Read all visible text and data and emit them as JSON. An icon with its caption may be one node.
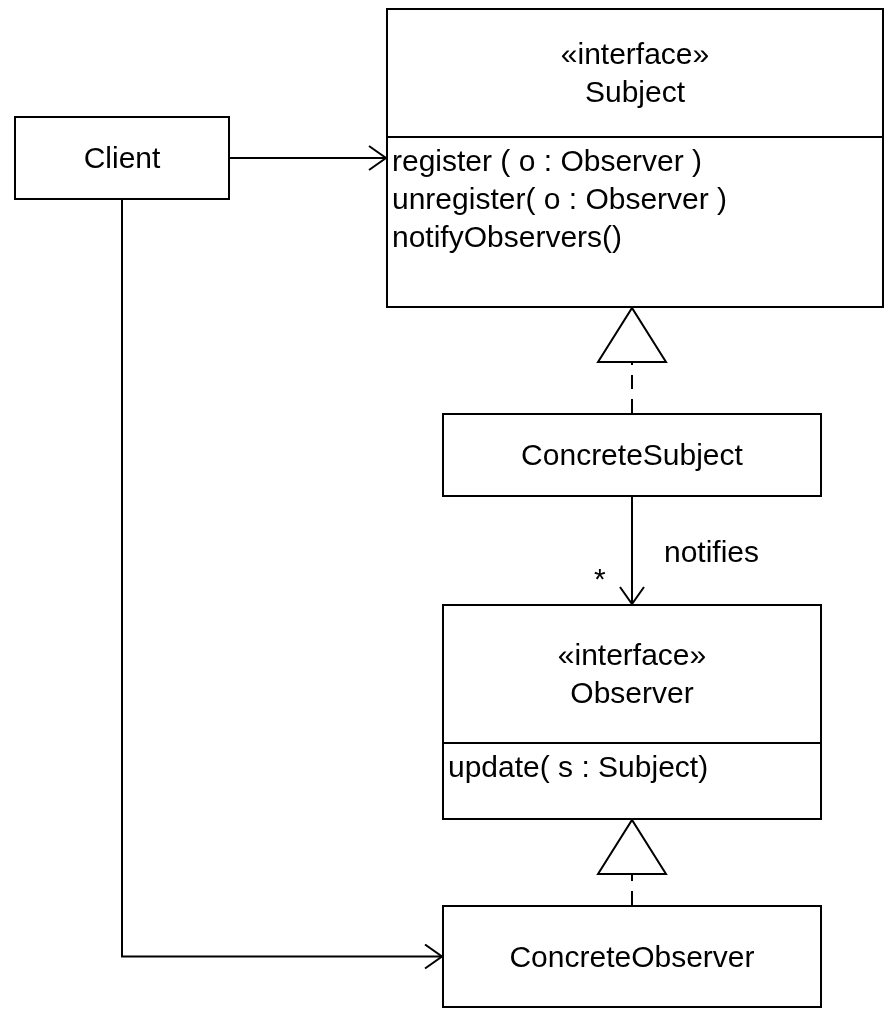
{
  "diagram": {
    "nodes": [
      {
        "text": [
          "Client"
        ]
      },
      {
        "text": [
          "«interface» Subject",
          "register ( o : Observer )",
          "unregister( o : Observer )",
          "notifyObservers()"
        ]
      },
      {
        "text": [
          "ConcreteSubject"
        ]
      },
      {
        "text": [
          "«interface» Observer",
          "update( s : Subject)"
        ]
      },
      {
        "text": [
          "ConcreteObserver"
        ]
      }
    ],
    "edges": [
      {
        "from": 0,
        "to": 1,
        "arrow": "to"
      },
      {
        "from": 0,
        "to": 4,
        "arrow": "to"
      },
      {
        "from": 2,
        "to": 1,
        "arrow": "to",
        "style": "dashed"
      },
      {
        "from": 2,
        "to": 3,
        "arrow": "to",
        "label": "notifies"
      },
      {
        "from": 4,
        "to": 3,
        "arrow": "to",
        "style": "dashed"
      }
    ],
    "labels": [
      "*"
    ]
  }
}
